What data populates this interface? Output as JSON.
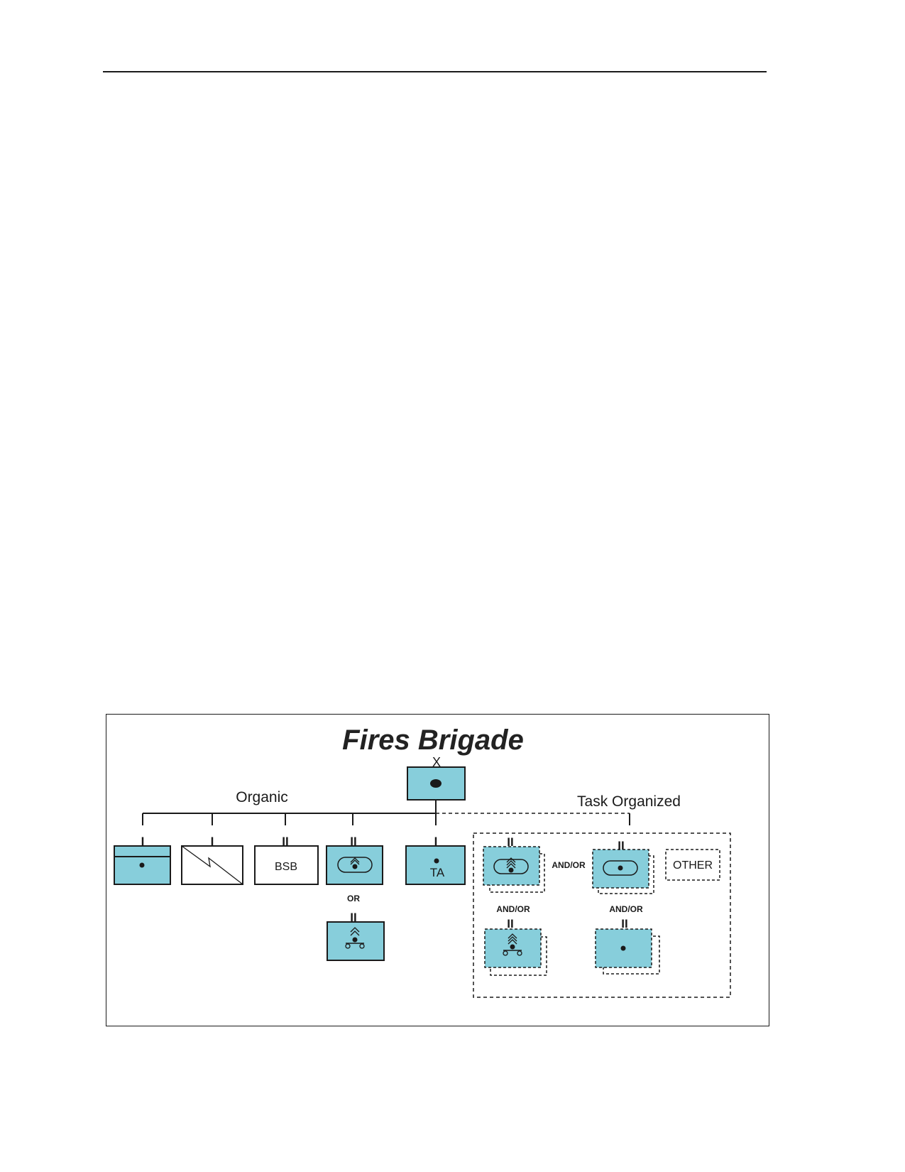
{
  "colors": {
    "unit_fill": "#87CEDB",
    "stroke": "#1a1a1a",
    "background": "#ffffff"
  },
  "diagram": {
    "title": "Fires Brigade",
    "hq": {
      "echelon": "X",
      "symbol": "filled-oval-icon"
    },
    "labels": {
      "organic": "Organic",
      "task_organized": "Task Organized"
    },
    "organic_units": [
      {
        "echelon": "I",
        "symbol": "dot-with-bar-icon",
        "text": "",
        "filled": true
      },
      {
        "echelon": "I",
        "symbol": "signal-lightning-icon",
        "text": "",
        "filled": false
      },
      {
        "echelon": "II",
        "symbol": "text-label",
        "text": "BSB",
        "filled": false
      },
      {
        "echelon": "II",
        "symbol": "tracked-artillery-icon",
        "text": "",
        "filled": true
      },
      {
        "echelon": "I",
        "symbol": "target-acquisition-icon",
        "text": "TA",
        "filled": true
      }
    ],
    "alternative": {
      "connector": "OR",
      "echelon": "II",
      "symbol": "wheeled-artillery-icon"
    },
    "task_organized_units": [
      {
        "echelon": "II",
        "symbol": "tracked-rocket-artillery-icon"
      },
      {
        "echelon": "II",
        "symbol": "tracked-artillery-icon"
      },
      {
        "echelon": "",
        "text": "OTHER"
      },
      {
        "echelon": "II",
        "symbol": "wheeled-rocket-artillery-icon"
      },
      {
        "echelon": "II",
        "symbol": "field-artillery-dot-icon"
      }
    ],
    "connectors": {
      "and_or": "AND/OR"
    }
  }
}
